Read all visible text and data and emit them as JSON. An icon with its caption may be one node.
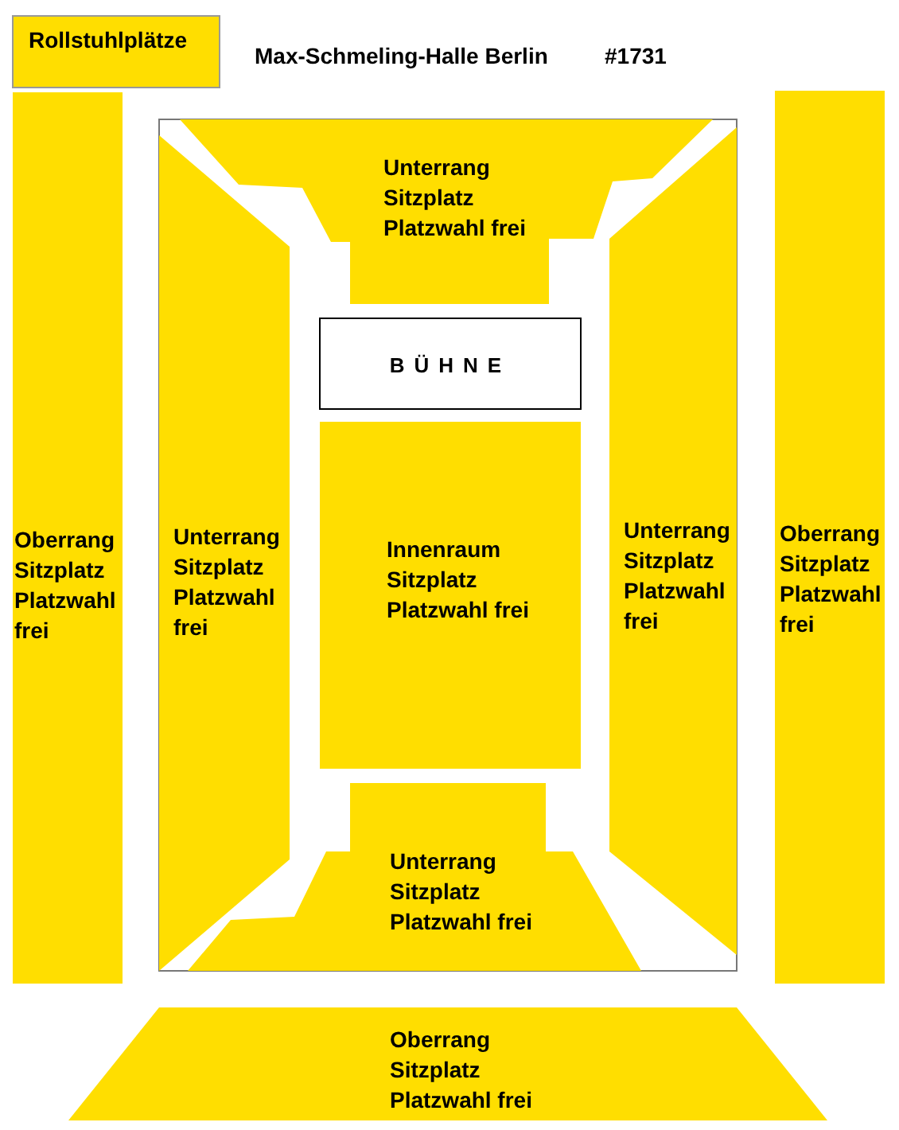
{
  "diagram": {
    "title": "Max-Schmeling-Halle Berlin",
    "nodes": [
      {
        "text": [
          "Rollstuhlplätze"
        ]
      },
      {
        "text": [
          "Oberrang Sitzplatz Platzwahl frei"
        ]
      },
      {
        "text": [
          "Unterrang Sitzplatz Platzwahl frei"
        ]
      },
      {
        "text": [
          "Unterrang Sitzplatz Platzwahl frei"
        ]
      },
      {
        "text": [
          "BÜHNE"
        ]
      },
      {
        "text": [
          "Innenraum Sitzplatz Platzwahl frei"
        ]
      },
      {
        "text": [
          "Unterrang Sitzplatz Platzwahl frei"
        ]
      },
      {
        "text": [
          "Oberrang Sitzplatz Platzwahl frei"
        ]
      },
      {
        "text": [
          "Unterrang Sitzplatz Platzwahl frei"
        ]
      },
      {
        "text": [
          "Oberrang Sitzplatz Platzwahl frei"
        ]
      }
    ],
    "labels": [
      "#1731"
    ]
  }
}
